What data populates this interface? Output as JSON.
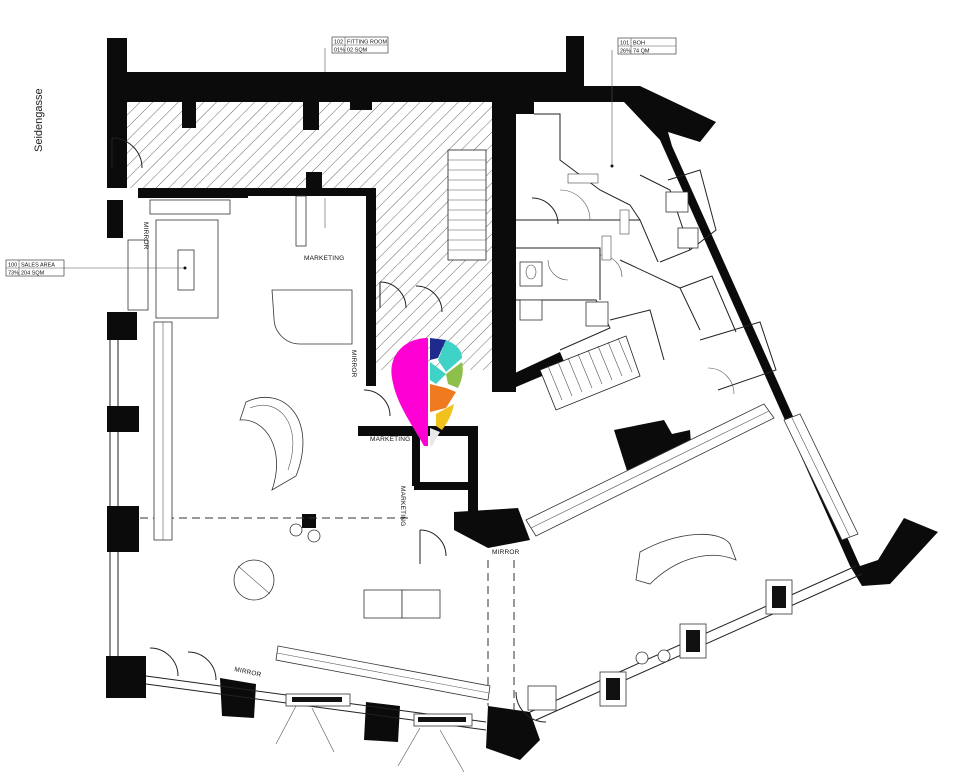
{
  "street_name": "Seidengasse",
  "rooms": {
    "fitting_room": {
      "number": "102",
      "name": "FITTING ROOM",
      "share": "01%",
      "area": "02 SQM"
    },
    "boh": {
      "number": "101",
      "name": "BOH",
      "share": "26%",
      "area": "74 QM"
    },
    "sales_area": {
      "number": "100",
      "name": "SALES AREA",
      "share": "73%",
      "area": "204 SQM"
    }
  },
  "labels": {
    "marketing_1": "MARKETING",
    "marketing_2": "MARKETING",
    "marketing_3": "MARKETING",
    "mirror_1": "MIRROR",
    "mirror_2": "MIRROR",
    "mirror_3": "MIRROR",
    "mirror_4": "MIRROR"
  },
  "colors": {
    "wall": "#0b0b0b",
    "hatch": "#444444",
    "logo": [
      "#ff00d4",
      "#1e2a8c",
      "#3fd3c7",
      "#8cc04b",
      "#f07a1f",
      "#f0c21b",
      "#e8e8e8"
    ]
  }
}
